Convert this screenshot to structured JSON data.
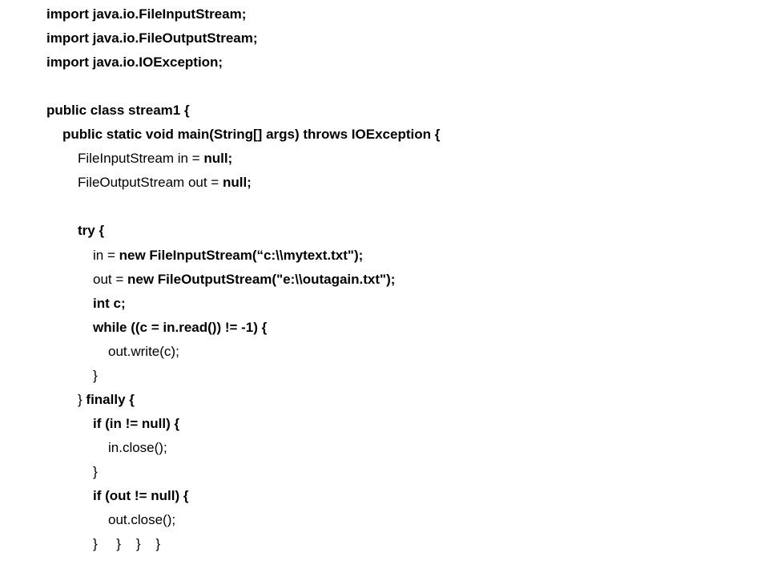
{
  "lines": [
    {
      "segments": [
        {
          "text": "import java.io.FileInputStream;",
          "bold": true
        }
      ]
    },
    {
      "segments": [
        {
          "text": "import java.io.FileOutputStream;",
          "bold": true
        }
      ]
    },
    {
      "segments": [
        {
          "text": "import java.io.IOException;",
          "bold": true
        }
      ]
    },
    {
      "segments": []
    },
    {
      "segments": [
        {
          "text": "public class stream1 {",
          "bold": true
        }
      ]
    },
    {
      "segments": [
        {
          "text": "public static void main(String[] args) throws IOException {",
          "bold": true
        }
      ]
    },
    {
      "segments": [
        {
          "text": "FileInputStream in = ",
          "bold": false
        },
        {
          "text": "null;",
          "bold": true
        }
      ]
    },
    {
      "segments": [
        {
          "text": "FileOutputStream out = ",
          "bold": false
        },
        {
          "text": "null;",
          "bold": true
        }
      ]
    },
    {
      "segments": []
    },
    {
      "segments": [
        {
          "text": "try {",
          "bold": true
        }
      ]
    },
    {
      "segments": [
        {
          "text": "in = ",
          "bold": false
        },
        {
          "text": "new FileInputStream(“c:\\\\mytext.txt\");",
          "bold": true
        }
      ]
    },
    {
      "segments": [
        {
          "text": "out = ",
          "bold": false
        },
        {
          "text": "new FileOutputStream(\"e:\\\\outagain.txt\");",
          "bold": true
        }
      ]
    },
    {
      "segments": [
        {
          "text": "int c;",
          "bold": true
        }
      ]
    },
    {
      "segments": [
        {
          "text": "while ((c = in.read()) != -1) {",
          "bold": true
        }
      ]
    },
    {
      "segments": [
        {
          "text": "out.write(c);",
          "bold": false
        }
      ]
    },
    {
      "segments": [
        {
          "text": "}",
          "bold": false
        }
      ]
    },
    {
      "segments": [
        {
          "text": "} ",
          "bold": false
        },
        {
          "text": "finally {",
          "bold": true
        }
      ]
    },
    {
      "segments": [
        {
          "text": "if (in != null) {",
          "bold": true
        }
      ]
    },
    {
      "segments": [
        {
          "text": "in.close();",
          "bold": false
        }
      ]
    },
    {
      "segments": [
        {
          "text": "}",
          "bold": false
        }
      ]
    },
    {
      "segments": [
        {
          "text": "if (out != null) {",
          "bold": true
        }
      ]
    },
    {
      "segments": [
        {
          "text": "out.close();",
          "bold": false
        }
      ]
    },
    {
      "segments": [
        {
          "text": "}     }    }    }",
          "bold": false
        }
      ]
    }
  ]
}
